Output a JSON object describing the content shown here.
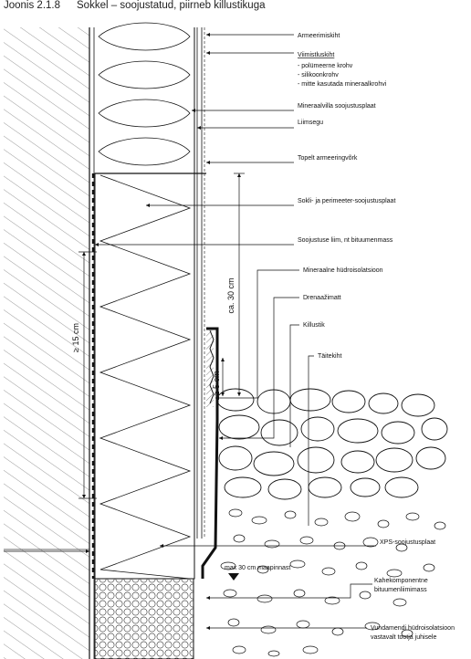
{
  "caption": {
    "number": "Joonis 2.1.8",
    "title": "Sokkel – soojustatud, piirneb killustikuga"
  },
  "labels": {
    "armeerimiskiht": "Armeerimiskiht",
    "viimistluskiht_title": "Viimistluskiht",
    "viimistluskiht_1": "- polümeerne krohv",
    "viimistluskiht_2": "- silikoonkrohv",
    "viimistluskiht_3": "- mitte kasutada mineraalkrohvi",
    "mineraalvilla": "Mineraalvilla soojustusplaat",
    "liimsegu": "Liimsegu",
    "topelt": "Topelt armeeringvõrk",
    "sokli": "Sokli- ja perimeeter-soojustusplaat",
    "soojustuse_liim": "Soojustuse liim, nt bituumenmass",
    "hudroisolatsioon": "Mineraalne hüdroisolatsioon",
    "drenaazimatt": "Drenaažimatt",
    "killustik": "Killustik",
    "taitekiht": "Täitekiht",
    "xps": "XPS-soojustusplaat",
    "maapinnast": "max 30 cm maapinnast",
    "kahekomponentne_1": "Kahekomponentne",
    "kahekomponentne_2": "bituumenliimimass",
    "vundamendi_1": "Vundamendi hüdroisolatsioon",
    "vundamendi_2": "vastavalt tootja juhisele"
  },
  "dimensions": {
    "ca30": "ca. 30 cm",
    "ge15": "≥ 15 cm",
    "ge5": "≥ 5 cm"
  }
}
